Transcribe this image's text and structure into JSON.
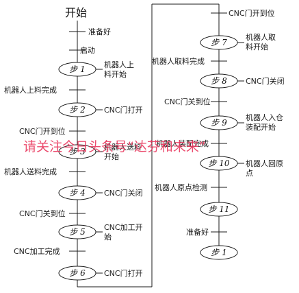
{
  "title": "开始",
  "steps": [
    {
      "id": "s1",
      "label": "步 1"
    },
    {
      "id": "s2",
      "label": "步 2"
    },
    {
      "id": "s3",
      "label": "步 3"
    },
    {
      "id": "s4",
      "label": "步 4"
    },
    {
      "id": "s5",
      "label": "步 5"
    },
    {
      "id": "s6",
      "label": "步 6"
    },
    {
      "id": "s7",
      "label": "步 7"
    },
    {
      "id": "s8",
      "label": "步 8"
    },
    {
      "id": "s9",
      "label": "步 9"
    },
    {
      "id": "s10",
      "label": "步 10"
    },
    {
      "id": "s11",
      "label": "步 11"
    },
    {
      "id": "s1b",
      "label": "步 1"
    }
  ],
  "actions": {
    "s1": [
      "机器人上",
      "料开始"
    ],
    "s2": [
      "CNC门打开"
    ],
    "s3": [
      "机器人送料",
      "开始"
    ],
    "s4": [
      "CNC门关闭"
    ],
    "s5": [
      "CNC加工开",
      "始"
    ],
    "s6": [
      "CNC门打开"
    ],
    "s7": [
      "机器人取",
      "料开始"
    ],
    "s8": [
      "CNC门关闭"
    ],
    "s9": [
      "机器人入仓",
      "装配开始"
    ],
    "s10": [
      "机器人回原",
      "点"
    ]
  },
  "transitions": {
    "t_ready": "准备好",
    "t_start": "启动",
    "t_1_2": "机器人上料完成",
    "t_2_3": "CNC门开到位",
    "t_3_4": "机器人送料完成",
    "t_4_5": "CNC门关到位",
    "t_5_6": "CNC加工完成",
    "t_6_7": "CNC门开到位",
    "t_7_8": "机器人取料完成",
    "t_8_9": "CNC门关到位",
    "t_9_10": "机器人装配完成",
    "t_10_11": "机器人原点检测",
    "t_11_1": "准备好"
  },
  "watermark": "请关注今日头条号“达芬和未来”",
  "colors": {
    "line": "#1a1a1a",
    "watermark": "#e8335a"
  }
}
